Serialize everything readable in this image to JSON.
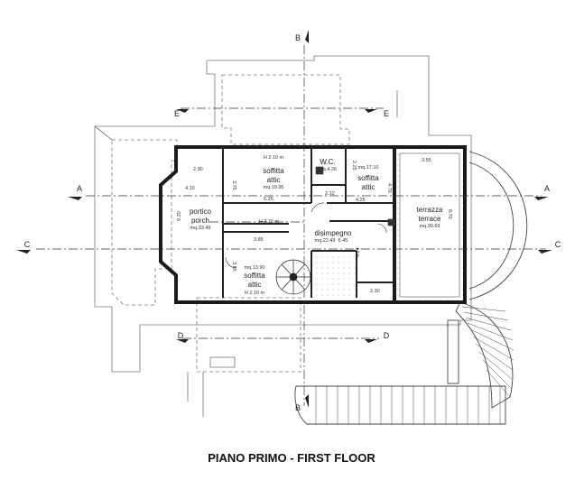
{
  "caption": "PIANO PRIMO - FIRST FLOOR",
  "sections": {
    "a": "A",
    "b": "B",
    "c": "C",
    "d": "D",
    "e": "E"
  },
  "rooms": {
    "attic_top": {
      "height": "H 2.10 m",
      "it": "soffitta",
      "en": "attic",
      "area": "mq.19.95"
    },
    "wc": {
      "name": "W.C.",
      "area": "mq.4.26"
    },
    "attic_right": {
      "area": "mq.17.10",
      "it": "soffitta",
      "en": "attic"
    },
    "porch": {
      "it": "portico",
      "en": "porch",
      "area": "mq.33.49"
    },
    "terrace": {
      "it": "terrazza",
      "en": "terrace",
      "area": "mq.30.69"
    },
    "hall": {
      "it": "disimpegno",
      "area": "mq.22.49",
      "dim": "6.45"
    },
    "attic_bottom": {
      "area": "mq.13.90",
      "it": "soffitta",
      "en": "attic",
      "height": "H 2.10 m"
    },
    "corridor": {
      "height": "H 3.15 m"
    }
  },
  "dims": {
    "d290": "2.90",
    "d410": "4.10",
    "d920": "9.20",
    "d375": "3.75",
    "d525": "5.25",
    "d212": "2.12",
    "d425": "4.25",
    "d225": "2.25",
    "d470": "4.70",
    "d355": "3.55",
    "d870": "8.70",
    "d385": "3.85",
    "d365": "3.65",
    "d424": "4.24",
    "d230": "2.30"
  }
}
